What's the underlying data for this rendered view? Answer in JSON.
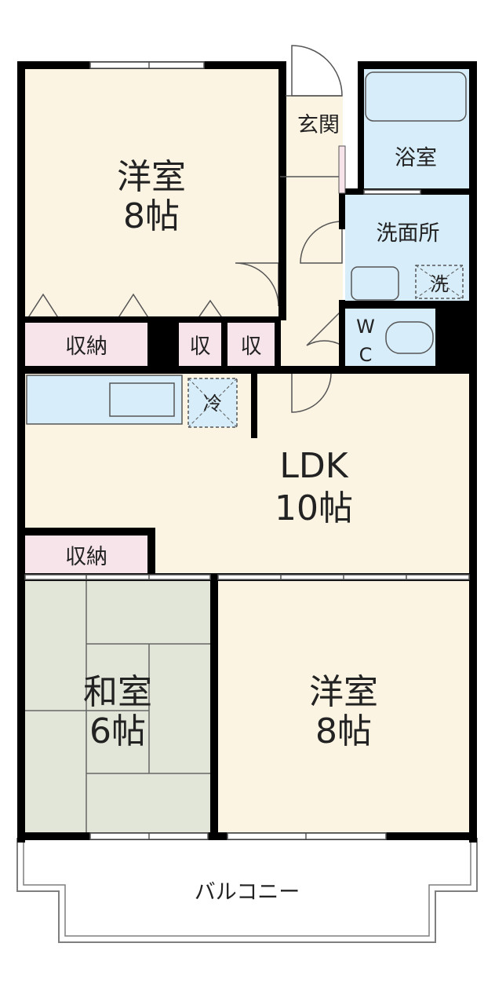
{
  "colors": {
    "wall": "#000000",
    "room_floor": "#fcf4e3",
    "tatami": "#e2e6d8",
    "water": "#d7eefa",
    "storage": "#f7e4ea",
    "balcony_line": "#7f7f7f"
  },
  "rooms": {
    "western_a": {
      "name": "洋室",
      "size": "8帖"
    },
    "entrance": {
      "name": "玄関"
    },
    "bath": {
      "name": "浴室"
    },
    "washroom": {
      "name": "洗面所"
    },
    "washer": {
      "name": "洗"
    },
    "toilet": {
      "name_w": "W",
      "name_c": "C"
    },
    "storage_1": {
      "name": "収納"
    },
    "storage_2": {
      "name": "収"
    },
    "storage_3": {
      "name": "収"
    },
    "fridge": {
      "name": "冷"
    },
    "ldk": {
      "name": "LDK",
      "size": "10帖"
    },
    "storage_4": {
      "name": "収納"
    },
    "japanese": {
      "name": "和室",
      "size": "6帖"
    },
    "western_b": {
      "name": "洋室",
      "size": "8帖"
    },
    "balcony": {
      "name": "バルコニー"
    }
  }
}
